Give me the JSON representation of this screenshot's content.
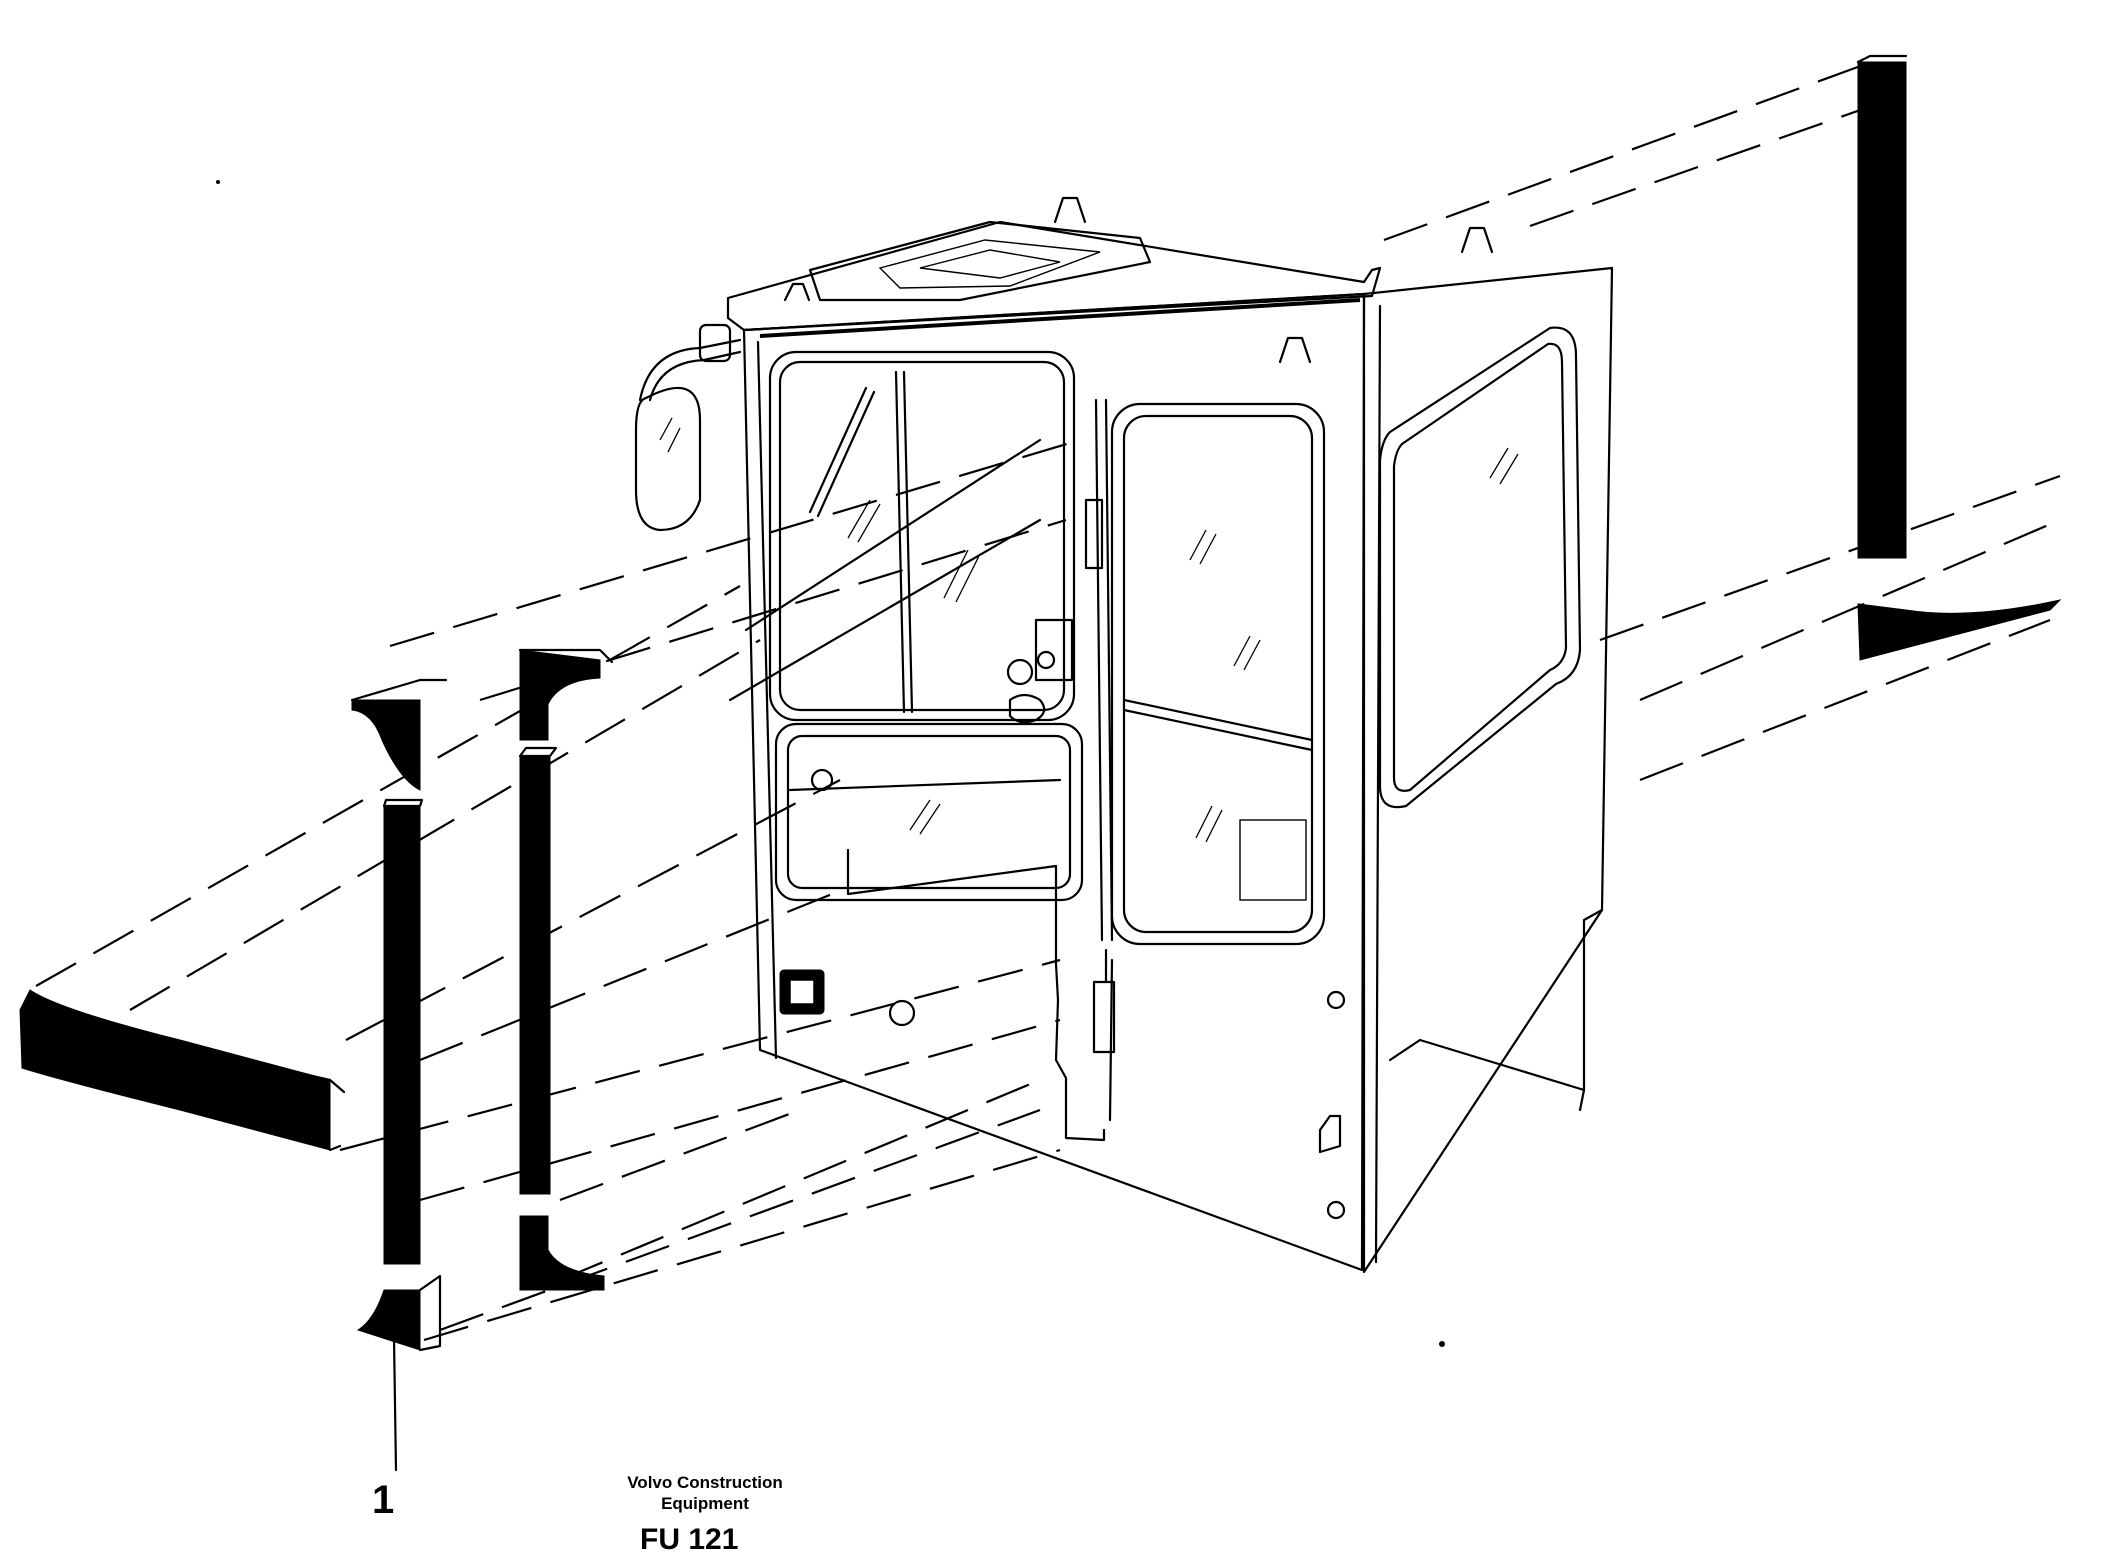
{
  "callout": {
    "number": "1"
  },
  "manufacturer": {
    "line1": "Volvo Construction",
    "line2": "Equipment"
  },
  "figure": {
    "code": "FU 121"
  }
}
